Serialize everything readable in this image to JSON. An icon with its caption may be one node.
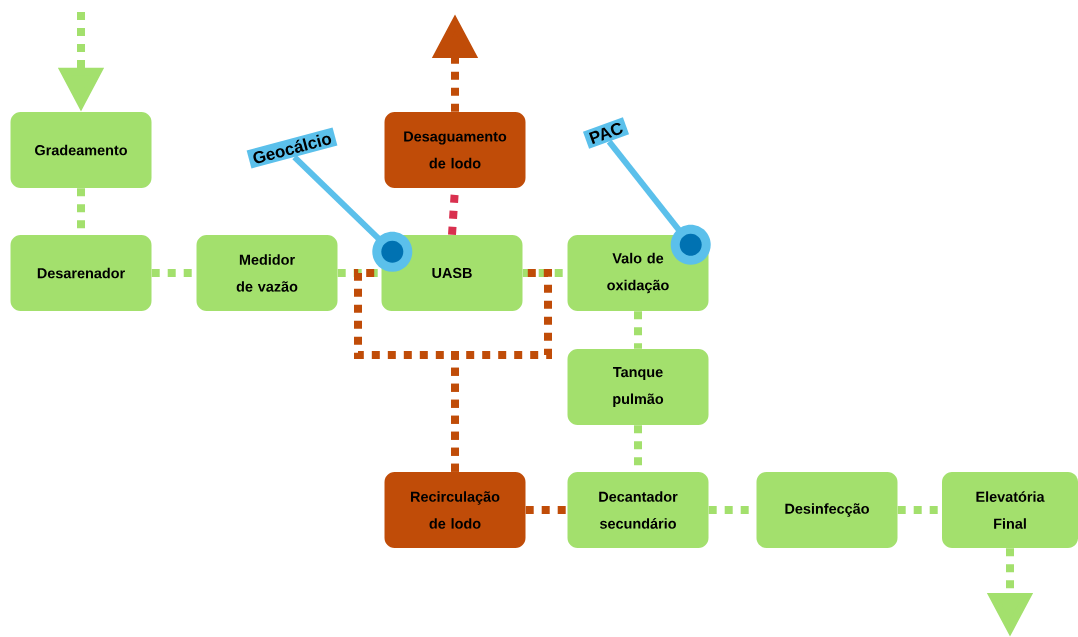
{
  "diagram": {
    "nodes": [
      {
        "text": [
          "Gradeamento"
        ]
      },
      {
        "text": [
          "Desarenador"
        ]
      },
      {
        "text": [
          "Medidor de vazão"
        ]
      },
      {
        "text": [
          "UASB"
        ]
      },
      {
        "text": [
          "Desaguamento de lodo"
        ]
      },
      {
        "text": [
          "Valo de oxidação"
        ]
      },
      {
        "text": [
          "Tanque pulmão"
        ]
      },
      {
        "text": [
          "Recirculação de lodo"
        ]
      },
      {
        "text": [
          "Decantador secundário"
        ]
      },
      {
        "text": [
          "Desinfecção"
        ]
      },
      {
        "text": [
          "Elevatória Final"
        ]
      },
      {
        "text": [
          "Geocálcio"
        ]
      },
      {
        "text": [
          "PAC"
        ]
      }
    ],
    "edges": [
      {
        "from": null,
        "to": 0,
        "arrow": "to",
        "style": "dashed"
      },
      {
        "from": 0,
        "to": 1,
        "arrow": "none",
        "style": "dashed"
      },
      {
        "from": 1,
        "to": 2,
        "arrow": "none",
        "style": "dashed"
      },
      {
        "from": 2,
        "to": 3,
        "arrow": "none",
        "style": "dashed"
      },
      {
        "from": 3,
        "to": 5,
        "arrow": "none",
        "style": "dashed"
      },
      {
        "from": 5,
        "to": 6,
        "arrow": "none",
        "style": "dashed"
      },
      {
        "from": 6,
        "to": 8,
        "arrow": "none",
        "style": "dashed"
      },
      {
        "from": 8,
        "to": 9,
        "arrow": "none",
        "style": "dashed"
      },
      {
        "from": 9,
        "to": 10,
        "arrow": "none",
        "style": "dashed"
      },
      {
        "from": 10,
        "to": null,
        "arrow": "to",
        "style": "dashed"
      },
      {
        "from": 3,
        "to": 4,
        "arrow": "none",
        "style": "dashed",
        "color": "#d9304f"
      },
      {
        "from": 4,
        "to": null,
        "arrow": "to",
        "style": "dashed",
        "color": "#c04c08"
      },
      {
        "from": 7,
        "to": 3,
        "arrow": "none",
        "style": "dashed",
        "color": "#c04c08"
      },
      {
        "from": 7,
        "to": 3,
        "arrow": "none",
        "style": "dashed",
        "color": "#c04c08"
      },
      {
        "from": 7,
        "to": 8,
        "arrow": "none",
        "style": "dashed",
        "color": "#c04c08"
      },
      {
        "from": 11,
        "to": 3,
        "arrow": "other",
        "color": "#5bc0eb"
      },
      {
        "from": 12,
        "to": 5,
        "arrow": "other",
        "color": "#5bc0eb"
      }
    ]
  }
}
